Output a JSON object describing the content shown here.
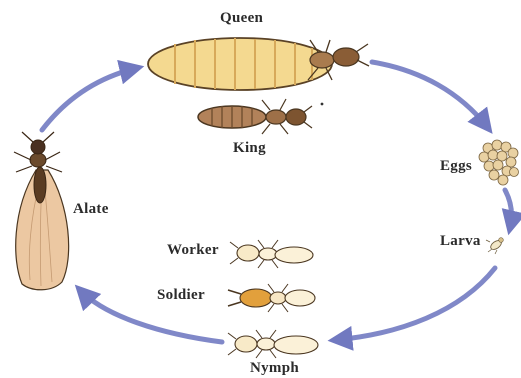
{
  "labels": {
    "queen": "Queen",
    "king": "King",
    "eggs": "Eggs",
    "larva": "Larva",
    "nymph": "Nymph",
    "worker": "Worker",
    "soldier": "Soldier",
    "alate": "Alate"
  },
  "colors": {
    "arrow": "#8088c8",
    "queen_body": "#f4d990",
    "queen_stripe": "#d7a95a",
    "king_body": "#b2825a",
    "alate_wing": "#ecc8a2",
    "nymph_body": "#fbf1d8",
    "soldier_head": "#e2a03c",
    "outline": "#4a3620",
    "egg": "#e9d1a2"
  },
  "icons": {
    "queen": "queen-termite-icon",
    "king": "king-termite-icon",
    "eggs": "egg-cluster-icon",
    "larva": "larva-icon",
    "nymph": "nymph-icon",
    "worker": "worker-termite-icon",
    "soldier": "soldier-termite-icon",
    "alate": "winged-termite-icon"
  }
}
